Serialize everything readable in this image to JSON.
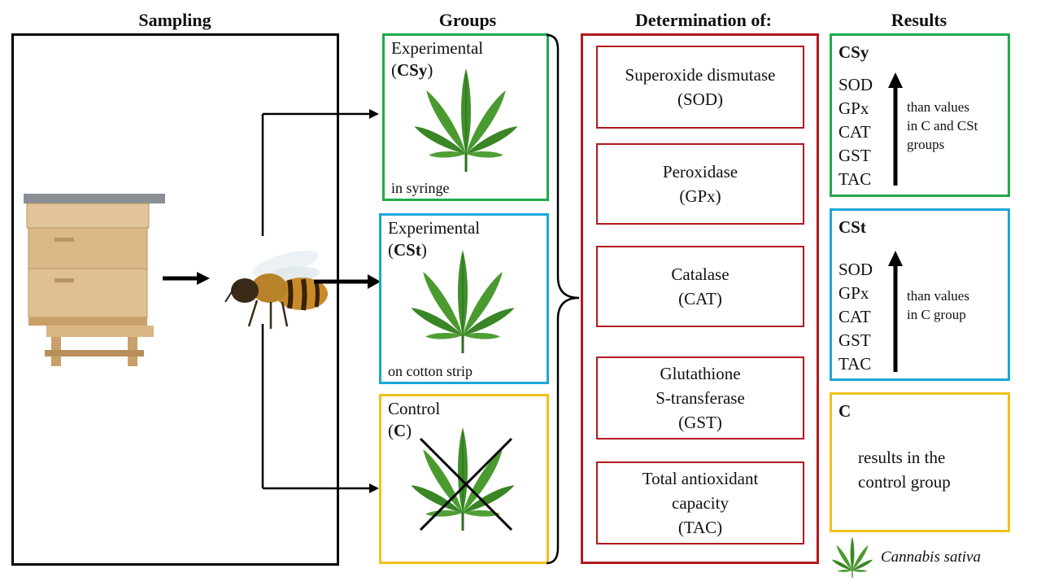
{
  "headers": {
    "sampling": "Sampling",
    "groups": "Groups",
    "determination": "Determination of:",
    "results": "Results"
  },
  "groups": {
    "csy": {
      "line1": "Experimental",
      "code": "CSy",
      "note": "in syringe"
    },
    "cst": {
      "line1": "Experimental",
      "code": "CSt",
      "note": "on cotton strip"
    },
    "c": {
      "line1": "Control",
      "code": "C"
    }
  },
  "determination": {
    "sod": {
      "name": "Superoxide dismutase",
      "abbr": "(SOD)"
    },
    "gpx": {
      "name": "Peroxidase",
      "abbr": "(GPx)"
    },
    "cat": {
      "name": "Catalase",
      "abbr": "(CAT)"
    },
    "gst": {
      "line1": "Glutathione",
      "line2": "S-transferase",
      "abbr": "(GST)"
    },
    "tac": {
      "line1": "Total antioxidant",
      "line2": "capacity",
      "abbr": "(TAC)"
    }
  },
  "results": {
    "csy": {
      "code": "CSy",
      "items": [
        "SOD",
        "GPx",
        "CAT",
        "GST",
        "TAC"
      ],
      "note1": "than values",
      "note2": "in C and CSt",
      "note3": "groups"
    },
    "cst": {
      "code": "CSt",
      "items": [
        "SOD",
        "GPx",
        "CAT",
        "GST",
        "TAC"
      ],
      "note1": "than values",
      "note2": "in C group"
    },
    "c": {
      "code": "C",
      "line1": "results in the",
      "line2": "control group"
    }
  },
  "legend": {
    "label": "Cannabis sativa"
  },
  "colors": {
    "csy": "#1faa4b",
    "cst": "#1aa7d8",
    "control": "#f2c01a",
    "determination": "#b0191e",
    "leaf": "#3f8f2a"
  }
}
